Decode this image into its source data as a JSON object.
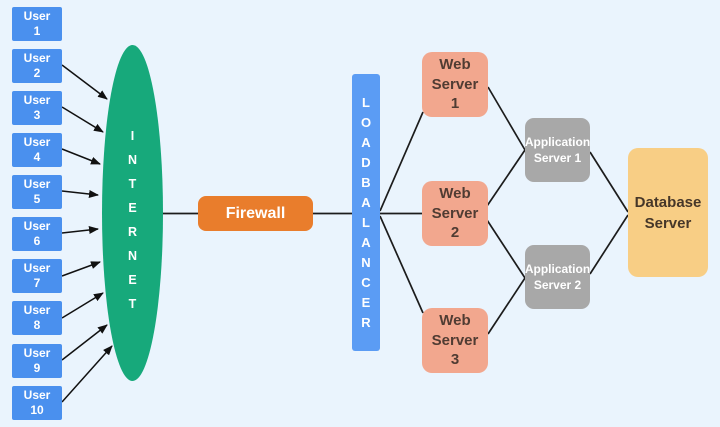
{
  "nodes": {
    "users": [
      {
        "label": "User\n1"
      },
      {
        "label": "User\n2"
      },
      {
        "label": "User\n3"
      },
      {
        "label": "User\n4"
      },
      {
        "label": "User\n5"
      },
      {
        "label": "User\n6"
      },
      {
        "label": "User\n7"
      },
      {
        "label": "User\n8"
      },
      {
        "label": "User\n9"
      },
      {
        "label": "User\n10"
      }
    ],
    "internet": {
      "label": "INTERNET"
    },
    "firewall": {
      "label": "Firewall"
    },
    "load_balancer": {
      "label": "LOADBALANCER"
    },
    "web_servers": [
      {
        "label": "Web\nServer\n1"
      },
      {
        "label": "Web\nServer\n2"
      },
      {
        "label": "Web\nServer\n3"
      }
    ],
    "app_servers": [
      {
        "label": "Application\nServer 1"
      },
      {
        "label": "Application\nServer 2"
      }
    ],
    "database": {
      "label": "Database\nServer"
    }
  },
  "connections": [
    {
      "from": "User 2",
      "to": "Internet",
      "arrow": true
    },
    {
      "from": "User 3",
      "to": "Internet",
      "arrow": true
    },
    {
      "from": "User 4",
      "to": "Internet",
      "arrow": true
    },
    {
      "from": "User 5",
      "to": "Internet",
      "arrow": true
    },
    {
      "from": "User 6",
      "to": "Internet",
      "arrow": true
    },
    {
      "from": "User 7",
      "to": "Internet",
      "arrow": true
    },
    {
      "from": "User 8",
      "to": "Internet",
      "arrow": true
    },
    {
      "from": "User 9",
      "to": "Internet",
      "arrow": true
    },
    {
      "from": "User 10",
      "to": "Internet",
      "arrow": true
    },
    {
      "from": "Internet",
      "to": "Firewall",
      "arrow": false
    },
    {
      "from": "Firewall",
      "to": "Load Balancer",
      "arrow": false
    },
    {
      "from": "Load Balancer",
      "to": "Web Server 1",
      "arrow": false
    },
    {
      "from": "Load Balancer",
      "to": "Web Server 2",
      "arrow": false
    },
    {
      "from": "Load Balancer",
      "to": "Web Server 3",
      "arrow": false
    },
    {
      "from": "Web Server 1",
      "to": "Application Server 1",
      "arrow": false
    },
    {
      "from": "Web Server 2",
      "to": "Application Server 1",
      "arrow": false
    },
    {
      "from": "Web Server 2",
      "to": "Application Server 2",
      "arrow": false
    },
    {
      "from": "Web Server 3",
      "to": "Application Server 2",
      "arrow": false
    },
    {
      "from": "Application Server 1",
      "to": "Database Server",
      "arrow": false
    },
    {
      "from": "Application Server 2",
      "to": "Database Server",
      "arrow": false
    }
  ],
  "colors": {
    "background": "#EAF4FD",
    "user_box": "#4A90EE",
    "internet_ellipse": "#17A97B",
    "firewall_box": "#E97D2C",
    "load_balancer_bar": "#5B9CF4",
    "web_server_box": "#F2A78E",
    "app_server_box": "#A8A8A8",
    "database_box": "#F8CE85",
    "line": "#1C1C1C",
    "web_server_text": "#503C33",
    "database_text": "#463729",
    "light_text": "#FFFFFF"
  }
}
